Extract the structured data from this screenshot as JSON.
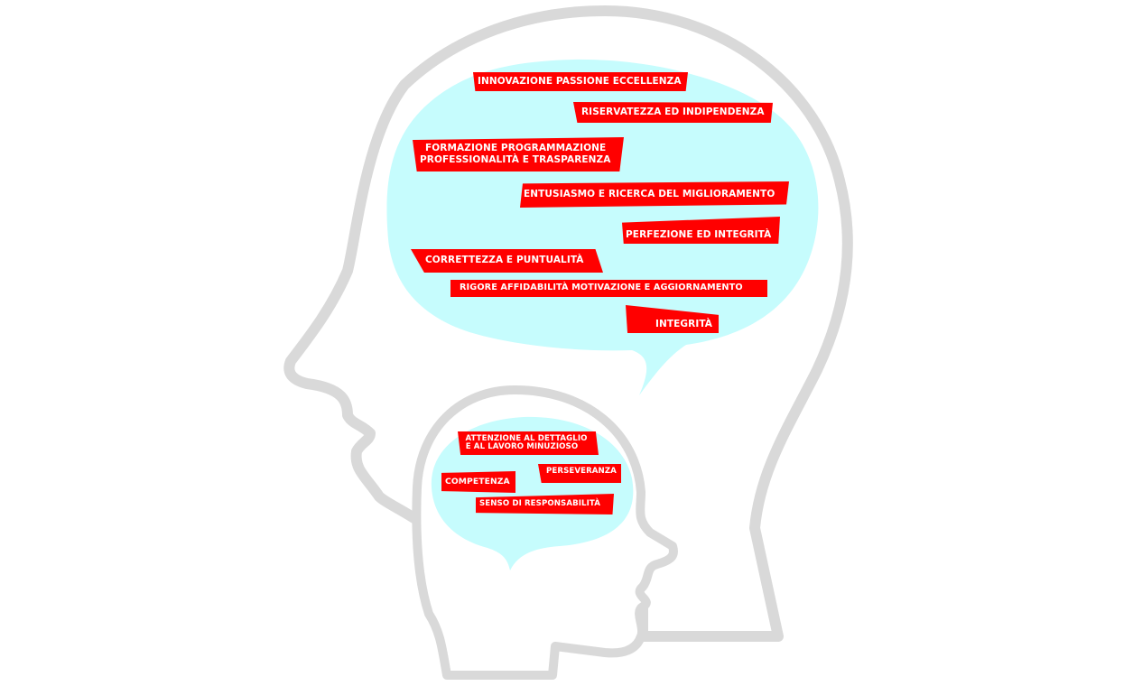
{
  "colors": {
    "head_outline": "#d9d9d9",
    "bubble": "#c6fcfd",
    "tag_bg": "#ff0000",
    "tag_text": "#ffffff"
  },
  "large_head": {
    "tags": [
      "INNOVAZIONE PASSIONE ECCELLENZA",
      "RISERVATEZZA ED INDIPENDENZA",
      "FORMAZIONE  PROGRAMMAZIONE",
      "PROFESSIONALITÀ E TRASPARENZA",
      "ENTUSIASMO E RICERCA DEL MIGLIORAMENTO",
      "PERFEZIONE ED INTEGRITÀ",
      "CORRETTEZZA E PUNTUALITÀ",
      "RIGORE AFFIDABILITÀ MOTIVAZIONE E AGGIORNAMENTO",
      "INTEGRITÀ"
    ]
  },
  "small_head": {
    "tags": [
      "ATTENZIONE AL DETTAGLIO",
      "E AL LAVORO MINUZIOSO",
      "PERSEVERANZA",
      "COMPETENZA",
      "SENSO DI RESPONSABILITÀ"
    ]
  }
}
